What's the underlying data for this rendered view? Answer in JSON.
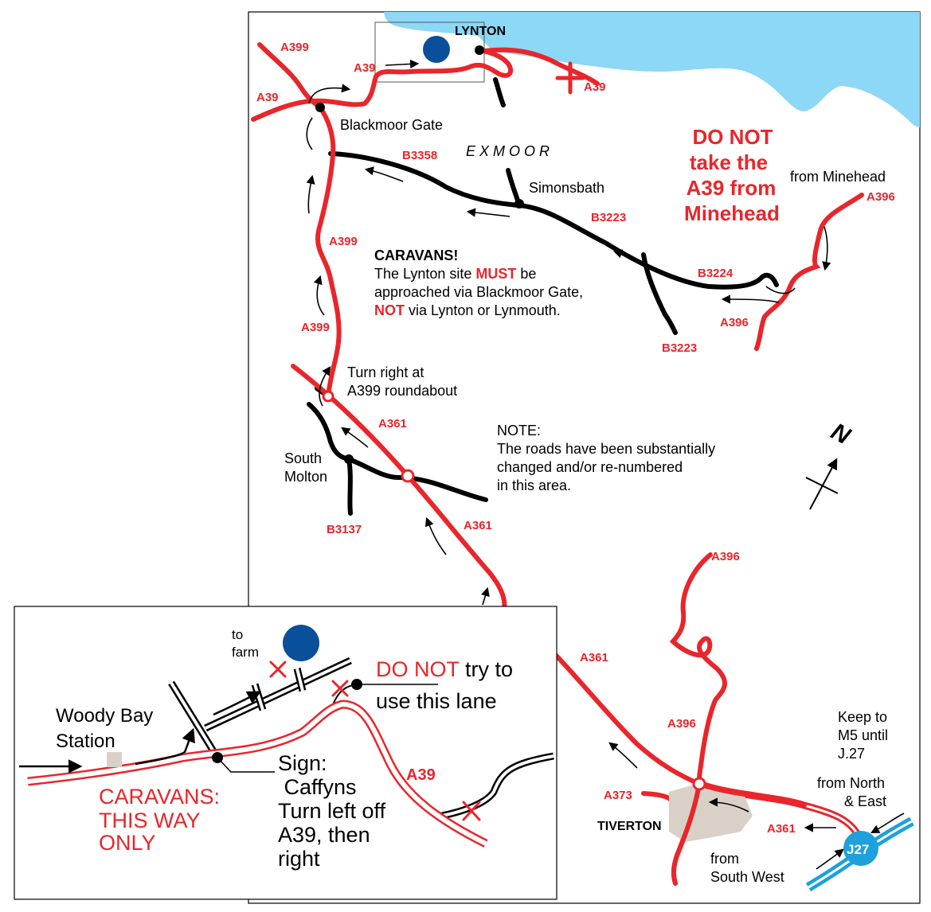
{
  "colors": {
    "road_red": "#e8262b",
    "road_black": "#000000",
    "sea": "#8dd7f7",
    "motorway_blue": "#1ea0dc",
    "site_marker": "#0a4f9a",
    "town_area": "#d9d1c7"
  },
  "main_map": {
    "towns": {
      "lynton": "LYNTON",
      "blackmoor_gate": "Blackmoor Gate",
      "simonsbath": "Simonsbath",
      "south_molton": [
        "South",
        "Molton"
      ],
      "tiverton": "TIVERTON"
    },
    "area_label": "E X M O O R",
    "roads": {
      "a399_top": "A399",
      "a39_left": "A39",
      "a39_arrow": "A39",
      "a39_right": "A39",
      "b3358": "B3358",
      "b3223_top": "B3223",
      "b3224": "B3224",
      "b3223_bottom": "B3223",
      "a396_top_right": "A396",
      "a396_mid": "A396",
      "a399_mid": "A399",
      "a399_low": "A399",
      "a361_a": "A361",
      "a361_b": "A361",
      "a361_c": "A361",
      "a361_d": "A361",
      "b3137": "B3137",
      "a396_lower": "A396",
      "a396_tiverton": "A396",
      "a373": "A373",
      "j27": "J27"
    },
    "warning_minehead": [
      "DO NOT",
      "take the",
      "A39 from",
      "Minehead"
    ],
    "from_minehead": "from Minehead",
    "caravans_note": {
      "heading": "CARAVANS!",
      "line1_a": "The Lynton site ",
      "line1_b": "MUST",
      "line1_c": " be",
      "line2": "approached via Blackmoor Gate,",
      "line3_a": "NOT",
      "line3_b": " via Lynton or Lynmouth."
    },
    "turn_right": [
      "Turn right at",
      "A399 roundabout"
    ],
    "roads_note": [
      "NOTE:",
      "The roads have been substantially",
      "changed and/or re-numbered",
      "in this area."
    ],
    "north_label": "N",
    "m5_note": [
      "Keep to",
      "M5 until",
      "J.27"
    ],
    "from_north_east": [
      "from North",
      "& East"
    ],
    "from_south_west": [
      "from",
      "South West"
    ]
  },
  "inset": {
    "to_farm": [
      "to",
      "farm"
    ],
    "woody_bay": [
      "Woody Bay",
      "Station"
    ],
    "do_not_a": "DO NOT",
    "do_not_b": " try to",
    "do_not_line2": "use this lane",
    "road_a39": "A39",
    "sign": [
      "Sign:",
      " Caffyns",
      "Turn left off",
      "A39, then",
      "right"
    ],
    "caravans_only": [
      "CARAVANS:",
      "THIS WAY",
      "ONLY"
    ]
  }
}
